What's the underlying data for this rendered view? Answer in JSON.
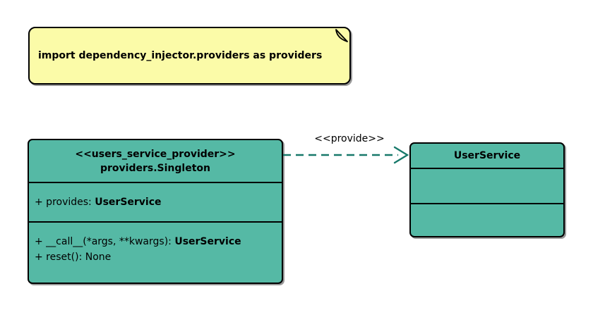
{
  "diagram": {
    "note": {
      "text": "import dependency_injector.providers as providers"
    },
    "provider_class": {
      "stereotype": "<<users_service_provider>>",
      "name": "providers.Singleton",
      "attributes": [
        {
          "prefix": "+ provides: ",
          "type": "UserService"
        }
      ],
      "methods": [
        {
          "prefix": "+ __call__(*args, **kwargs): ",
          "type": "UserService"
        },
        {
          "prefix": "+ reset(): None",
          "type": ""
        }
      ]
    },
    "relation": {
      "label": "<<provide>>"
    },
    "service_class": {
      "name": "UserService"
    }
  },
  "colors": {
    "background": "#FFFFFF",
    "class_fill": "#55B9A5",
    "note_fill": "#FBFBA8",
    "note_fold": "#DFDF8F",
    "arrow": "#17796A",
    "border": "#000000",
    "text": "#000000"
  }
}
